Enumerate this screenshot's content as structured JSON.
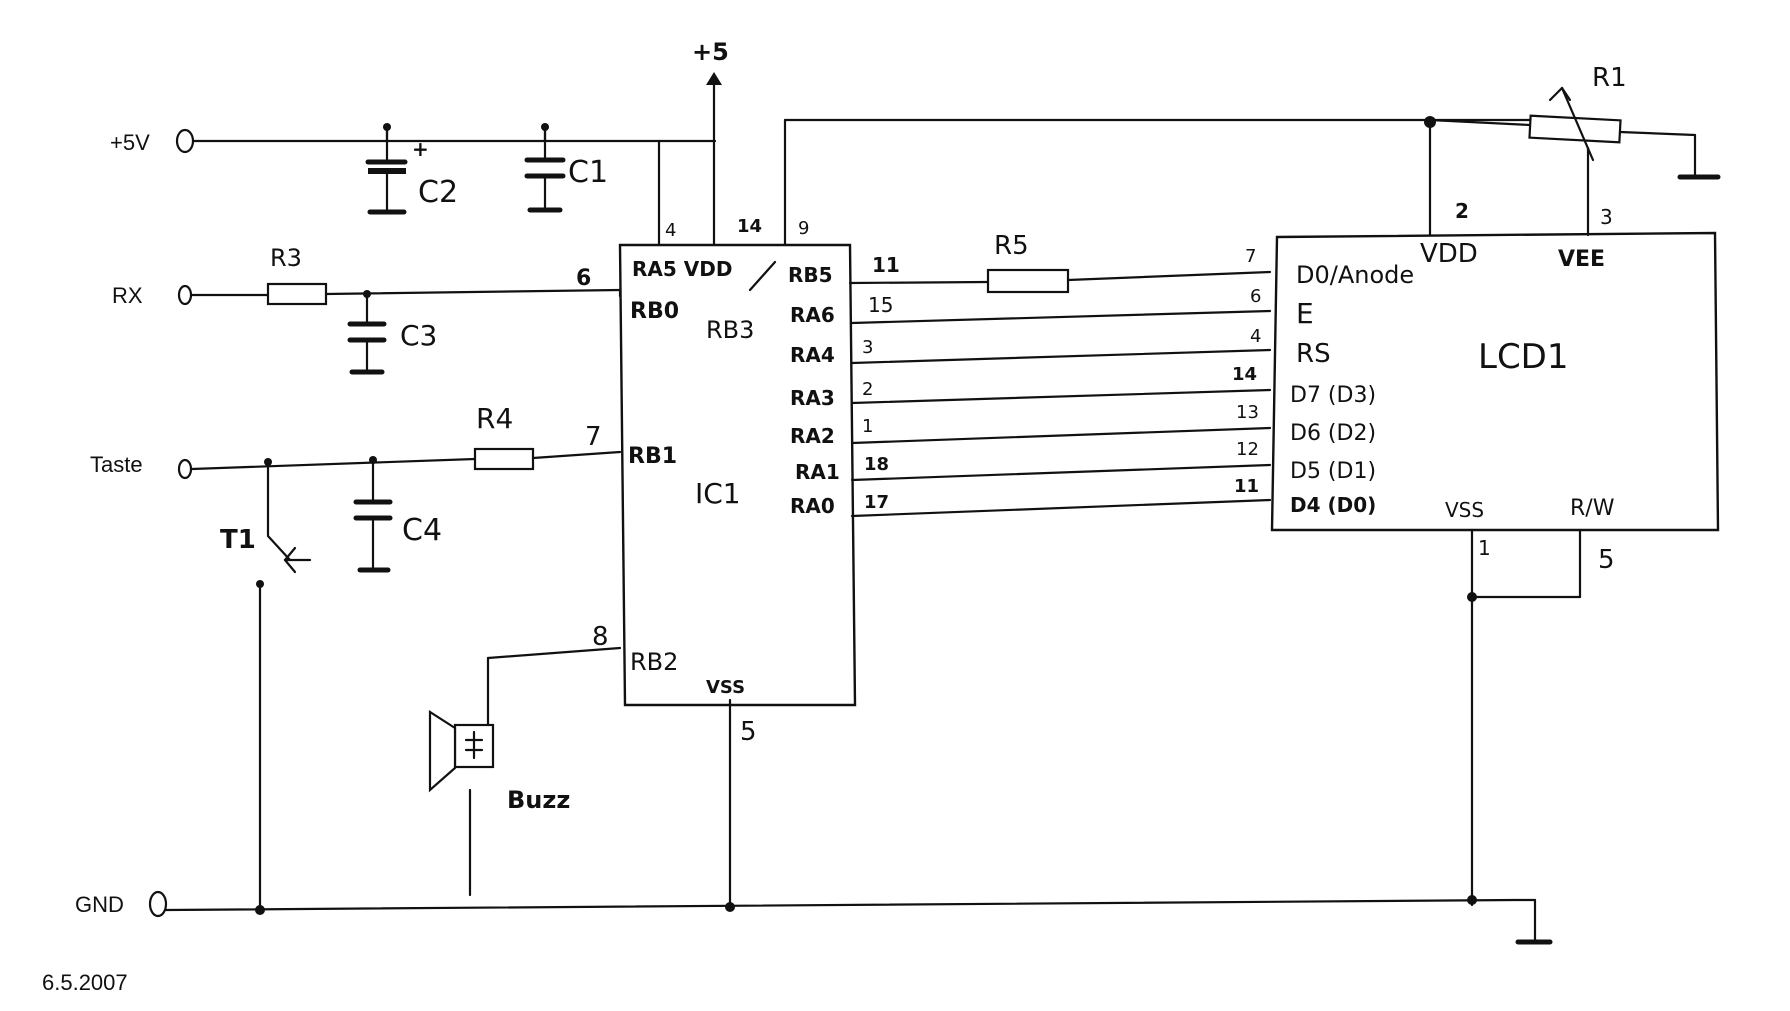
{
  "supply": {
    "label": "+5",
    "arrow_icon": "up-arrow-icon"
  },
  "terminals": {
    "vcc": "+5V",
    "rx": "RX",
    "button": "Taste",
    "gnd": "GND"
  },
  "date": "6.5.2007",
  "components": {
    "c1": "C1",
    "c2": "C2",
    "c2_polarity": "+",
    "c3": "C3",
    "c4": "C4",
    "r1": "R1",
    "r3": "R3",
    "r4": "R4",
    "r5": "R5",
    "t1": "T1",
    "buzzer": "Buzz"
  },
  "ic1": {
    "name": "IC1",
    "pin_labels": {
      "ra5_vdd": "RA5 VDD",
      "rb0": "RB0",
      "rb3": "RB3",
      "rb1": "RB1",
      "rb2": "RB2",
      "vss": "VSS",
      "rb5": "RB5",
      "ra6": "RA6",
      "ra4": "RA4",
      "ra3": "RA3",
      "ra2": "RA2",
      "ra1": "RA1",
      "ra0": "RA0"
    },
    "pin_numbers": {
      "ra5": "4",
      "vdd": "14",
      "rb3": "9",
      "rb0": "6",
      "rb1": "7",
      "rb2": "8",
      "vss": "5",
      "rb5": "11",
      "ra6": "15",
      "ra4": "3",
      "ra3": "2",
      "ra2": "1",
      "ra1": "18",
      "ra0": "17"
    }
  },
  "lcd1": {
    "name": "LCD1",
    "pin_labels": {
      "vdd": "VDD",
      "vee": "VEE",
      "d0": "D0/Anode",
      "e": "E",
      "rs": "RS",
      "d7": "D7 (D3)",
      "d6": "D6 (D2)",
      "d5": "D5 (D1)",
      "d4": "D4 (D0)",
      "vss": "VSS",
      "rw": "R/W"
    },
    "pin_numbers": {
      "vdd": "2",
      "vee": "3",
      "d0": "7",
      "e": "6",
      "rs": "4",
      "d7": "14",
      "d6": "13",
      "d5": "12",
      "d4": "11",
      "vss": "1",
      "rw": "5"
    }
  }
}
